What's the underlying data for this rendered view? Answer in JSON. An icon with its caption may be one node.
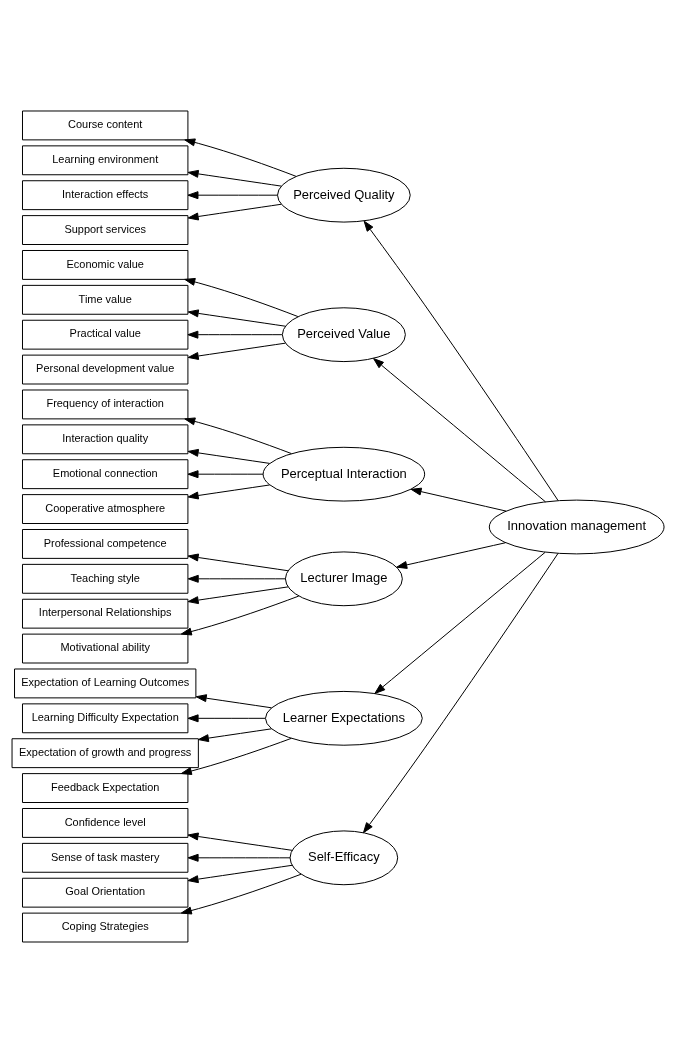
{
  "diagram": {
    "nodes": [
      {
        "text": [
          "Innovation management"
        ]
      },
      {
        "text": [
          "Perceived Quality"
        ]
      },
      {
        "text": [
          "Course content"
        ]
      },
      {
        "text": [
          "Learning environment"
        ]
      },
      {
        "text": [
          "Interaction effects"
        ]
      },
      {
        "text": [
          "Support services"
        ]
      },
      {
        "text": [
          "Perceived Value"
        ]
      },
      {
        "text": [
          "Economic value"
        ]
      },
      {
        "text": [
          "Time value"
        ]
      },
      {
        "text": [
          "Practical value"
        ]
      },
      {
        "text": [
          "Personal development value"
        ]
      },
      {
        "text": [
          "Perceptual Interaction"
        ]
      },
      {
        "text": [
          "Frequency of interaction"
        ]
      },
      {
        "text": [
          "Interaction quality"
        ]
      },
      {
        "text": [
          "Emotional connection"
        ]
      },
      {
        "text": [
          "Cooperative atmosphere"
        ]
      },
      {
        "text": [
          "Lecturer Image"
        ]
      },
      {
        "text": [
          "Professional competence"
        ]
      },
      {
        "text": [
          "Teaching style"
        ]
      },
      {
        "text": [
          "Interpersonal Relationships"
        ]
      },
      {
        "text": [
          "Motivational ability"
        ]
      },
      {
        "text": [
          "Learner Expectations"
        ]
      },
      {
        "text": [
          "Expectation of Learning Outcomes"
        ]
      },
      {
        "text": [
          "Learning Difficulty Expectation"
        ]
      },
      {
        "text": [
          "Expectation of growth and progress"
        ]
      },
      {
        "text": [
          "Feedback Expectation"
        ]
      },
      {
        "text": [
          "Self-Efficacy"
        ]
      },
      {
        "text": [
          "Confidence level"
        ]
      },
      {
        "text": [
          "Sense of task mastery"
        ]
      },
      {
        "text": [
          "Goal Orientation"
        ]
      },
      {
        "text": [
          "Coping Strategies"
        ]
      }
    ],
    "edges": [
      {
        "from": 0,
        "to": 1,
        "arrow": "to"
      },
      {
        "from": 0,
        "to": 6,
        "arrow": "to"
      },
      {
        "from": 0,
        "to": 11,
        "arrow": "to"
      },
      {
        "from": 0,
        "to": 16,
        "arrow": "to"
      },
      {
        "from": 0,
        "to": 21,
        "arrow": "to"
      },
      {
        "from": 0,
        "to": 26,
        "arrow": "to"
      },
      {
        "from": 1,
        "to": 2,
        "arrow": "to"
      },
      {
        "from": 1,
        "to": 3,
        "arrow": "to"
      },
      {
        "from": 1,
        "to": 4,
        "arrow": "to"
      },
      {
        "from": 1,
        "to": 5,
        "arrow": "to"
      },
      {
        "from": 6,
        "to": 7,
        "arrow": "to"
      },
      {
        "from": 6,
        "to": 8,
        "arrow": "to"
      },
      {
        "from": 6,
        "to": 9,
        "arrow": "to"
      },
      {
        "from": 6,
        "to": 10,
        "arrow": "to"
      },
      {
        "from": 11,
        "to": 12,
        "arrow": "to"
      },
      {
        "from": 11,
        "to": 13,
        "arrow": "to"
      },
      {
        "from": 11,
        "to": 14,
        "arrow": "to"
      },
      {
        "from": 11,
        "to": 15,
        "arrow": "to"
      },
      {
        "from": 16,
        "to": 17,
        "arrow": "to"
      },
      {
        "from": 16,
        "to": 18,
        "arrow": "to"
      },
      {
        "from": 16,
        "to": 19,
        "arrow": "to"
      },
      {
        "from": 16,
        "to": 20,
        "arrow": "to"
      },
      {
        "from": 21,
        "to": 22,
        "arrow": "to"
      },
      {
        "from": 21,
        "to": 23,
        "arrow": "to"
      },
      {
        "from": 21,
        "to": 24,
        "arrow": "to"
      },
      {
        "from": 21,
        "to": 25,
        "arrow": "to"
      },
      {
        "from": 26,
        "to": 27,
        "arrow": "to"
      },
      {
        "from": 26,
        "to": 28,
        "arrow": "to"
      },
      {
        "from": 26,
        "to": 29,
        "arrow": "to"
      },
      {
        "from": 26,
        "to": 30,
        "arrow": "to"
      }
    ]
  }
}
